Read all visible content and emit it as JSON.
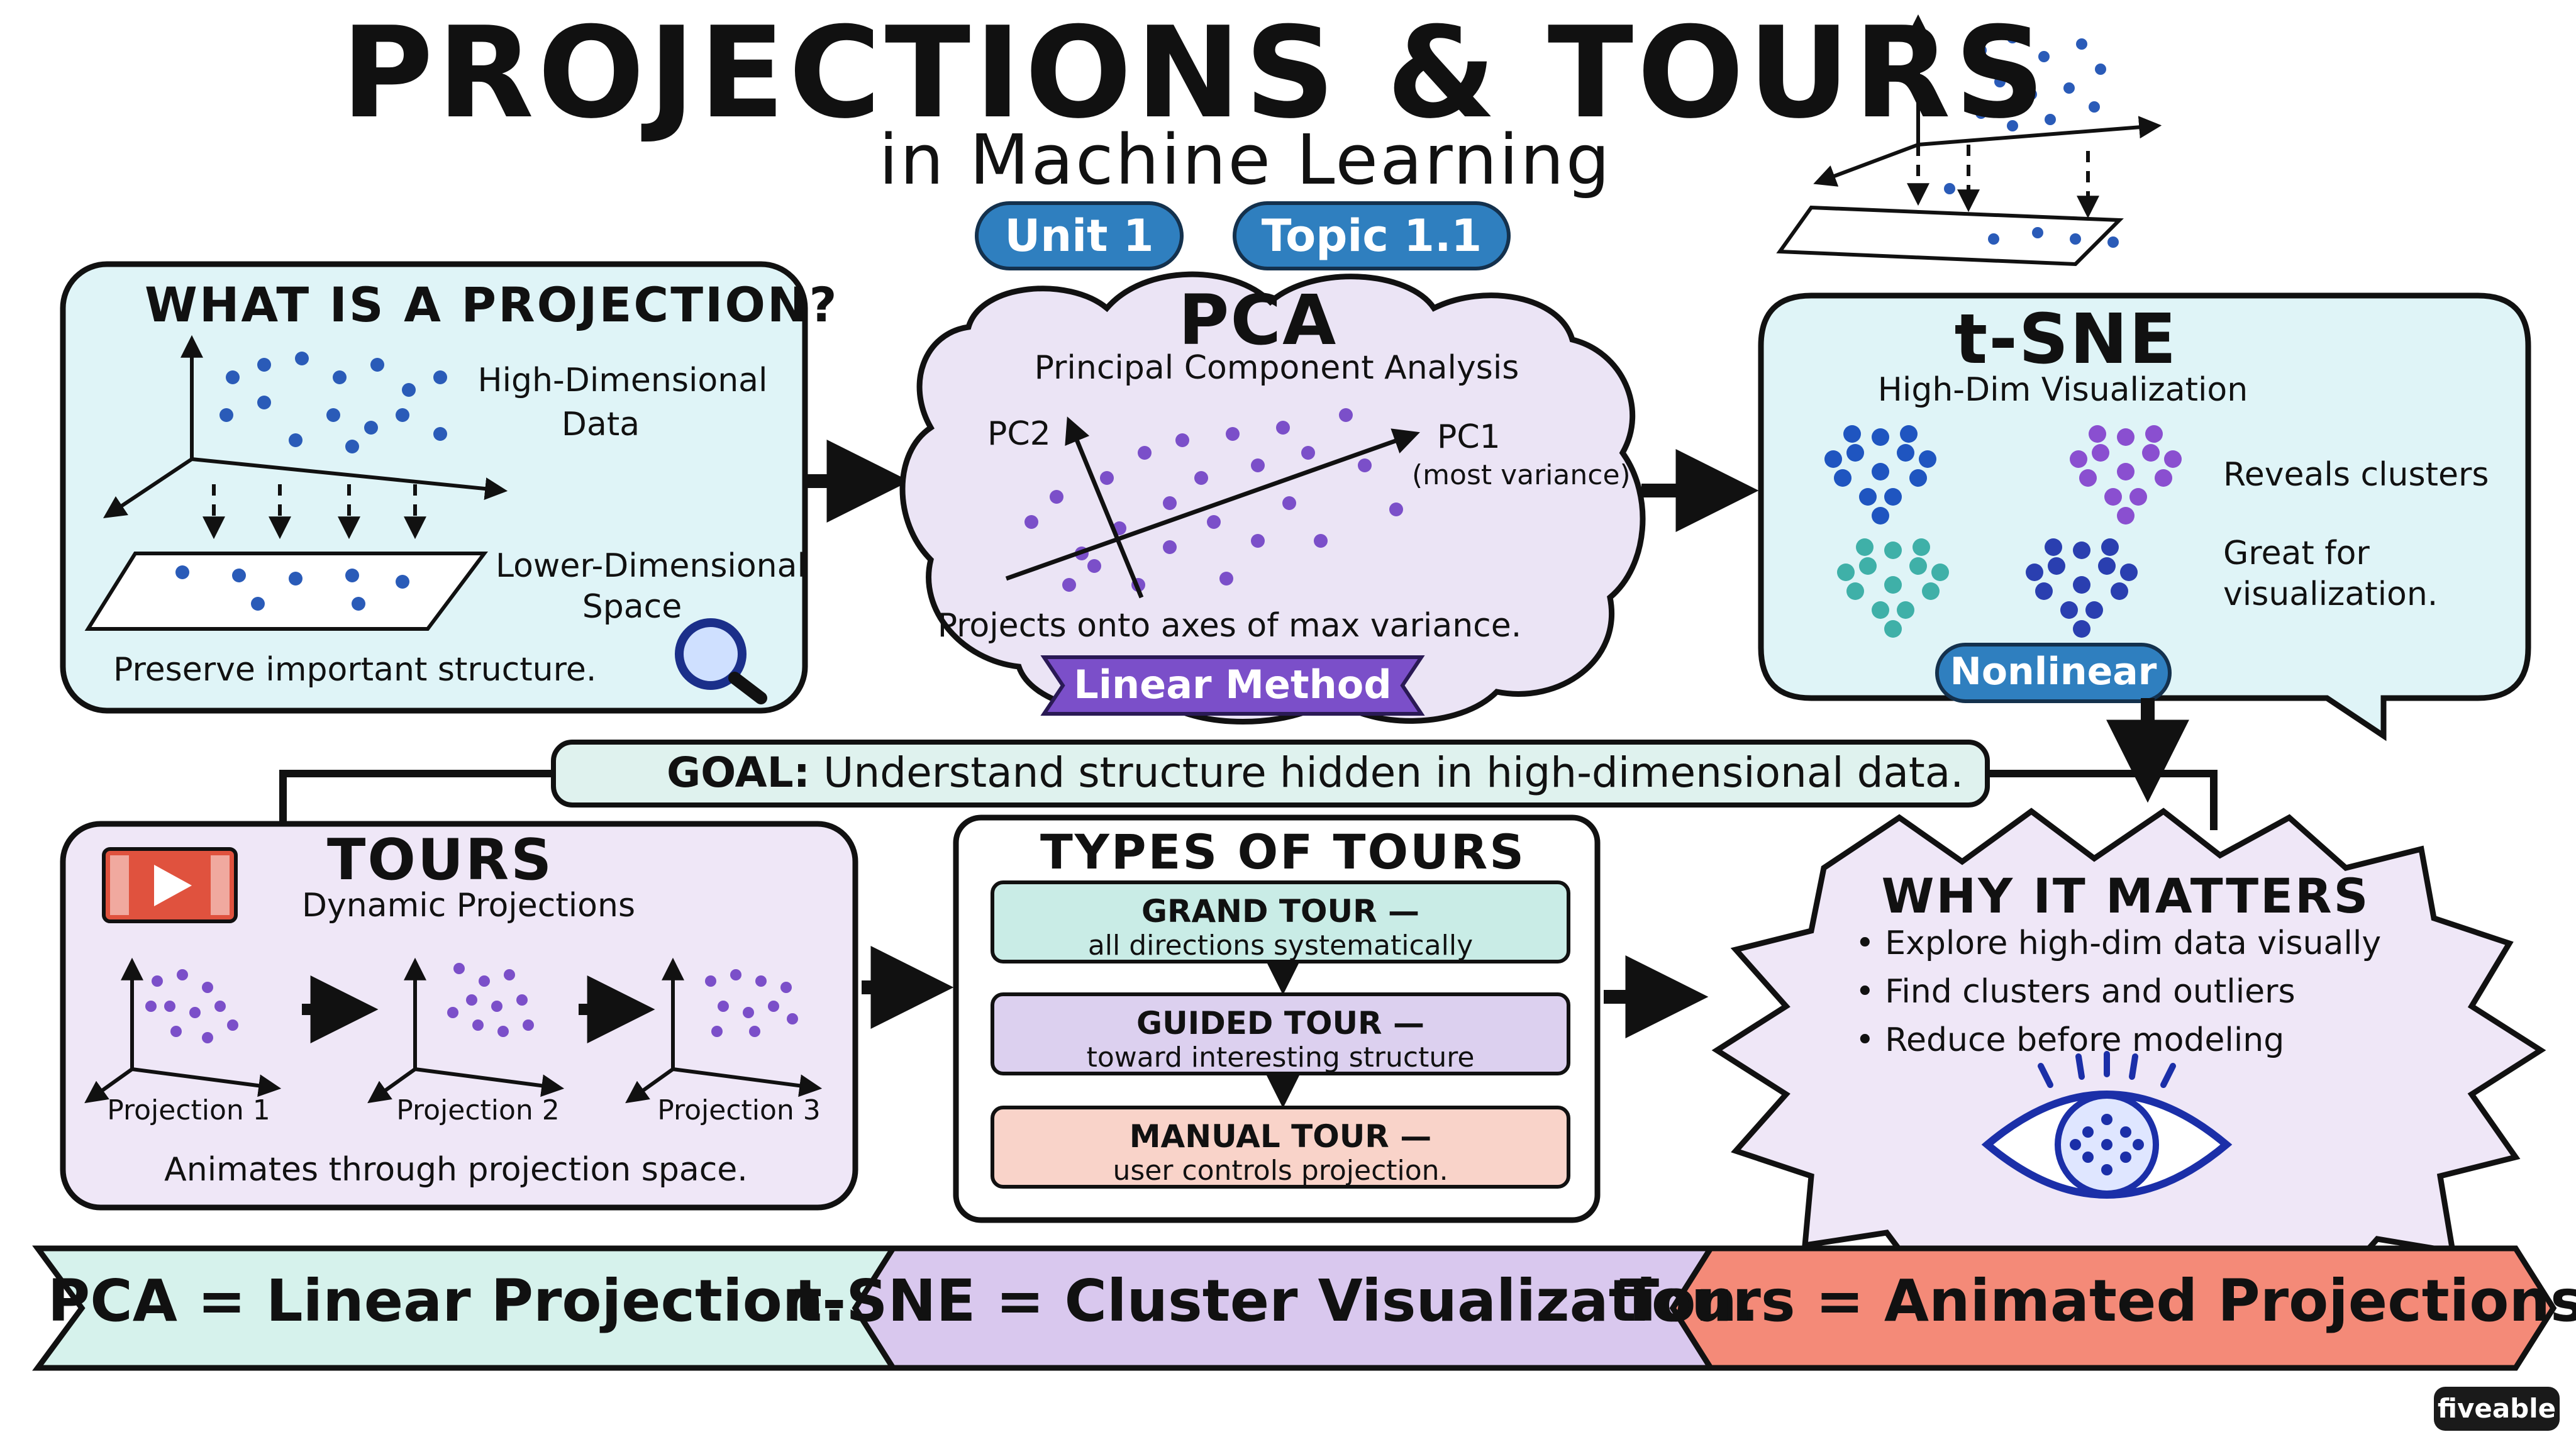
{
  "header": {
    "title": "PROJECTIONS & TOURS",
    "subtitle": "in Machine Learning",
    "unit_pill": "Unit 1",
    "topic_pill": "Topic 1.1"
  },
  "projection_panel": {
    "heading": "WHAT IS A PROJECTION?",
    "high_dim_label_1": "High-Dimensional",
    "high_dim_label_2": "Data",
    "low_dim_label_1": "Lower-Dimensional",
    "low_dim_label_2": "Space",
    "caption": "Preserve important structure."
  },
  "pca_panel": {
    "heading": "PCA",
    "subheading": "Principal Component Analysis",
    "pc1_label": "PC1",
    "pc1_note": "(most variance)",
    "pc2_label": "PC2",
    "caption": "Projects onto axes of max variance.",
    "ribbon": "Linear Method"
  },
  "tsne_panel": {
    "heading": "t-SNE",
    "subheading": "High-Dim Visualization",
    "note_1": "Reveals clusters",
    "note_2a": "Great for",
    "note_2b": "visualization.",
    "pill": "Nonlinear"
  },
  "goal": {
    "label": "GOAL:",
    "text": "Understand structure hidden in high-dimensional data."
  },
  "tours_panel": {
    "heading": "TOURS",
    "subheading": "Dynamic Projections",
    "projections": [
      "Projection 1",
      "Projection 2",
      "Projection 3"
    ],
    "caption": "Animates through projection space."
  },
  "types_panel": {
    "heading": "TYPES OF TOURS",
    "items": [
      {
        "title": "GRAND TOUR —",
        "desc": "all directions systematically"
      },
      {
        "title": "GUIDED TOUR —",
        "desc": "toward interesting structure"
      },
      {
        "title": "MANUAL TOUR —",
        "desc": "user controls projection."
      }
    ]
  },
  "why_panel": {
    "heading": "WHY IT MATTERS",
    "bullets": [
      "Explore high-dim data visually",
      "Find clusters and outliers",
      "Reduce before modeling"
    ]
  },
  "banner": {
    "segments": [
      "PCA = Linear Projection.",
      "t-SNE = Cluster Visualization.",
      "Tours = Animated Projections."
    ]
  },
  "brand": {
    "badge": "fiveable"
  },
  "colors": {
    "projection_bg": "#dff4f7",
    "pca_bg": "#ebe4f5",
    "tsne_bg": "#dff4f7",
    "tours_bg": "#efe7f7",
    "why_bg": "#efe7f7",
    "grand": "#c9ece6",
    "guided": "#dcd0ef",
    "manual": "#f9d3c9",
    "banner_1": "#d6f2ec",
    "banner_2": "#d9c8ee",
    "banner_3": "#f48a78",
    "pill_blue": "#2f7fbf",
    "ribbon_purple": "#7b4fc9"
  },
  "icons": [
    "magnifier-icon",
    "video-icon",
    "eye-icon",
    "arrow-right-icon",
    "arrow-down-icon"
  ]
}
